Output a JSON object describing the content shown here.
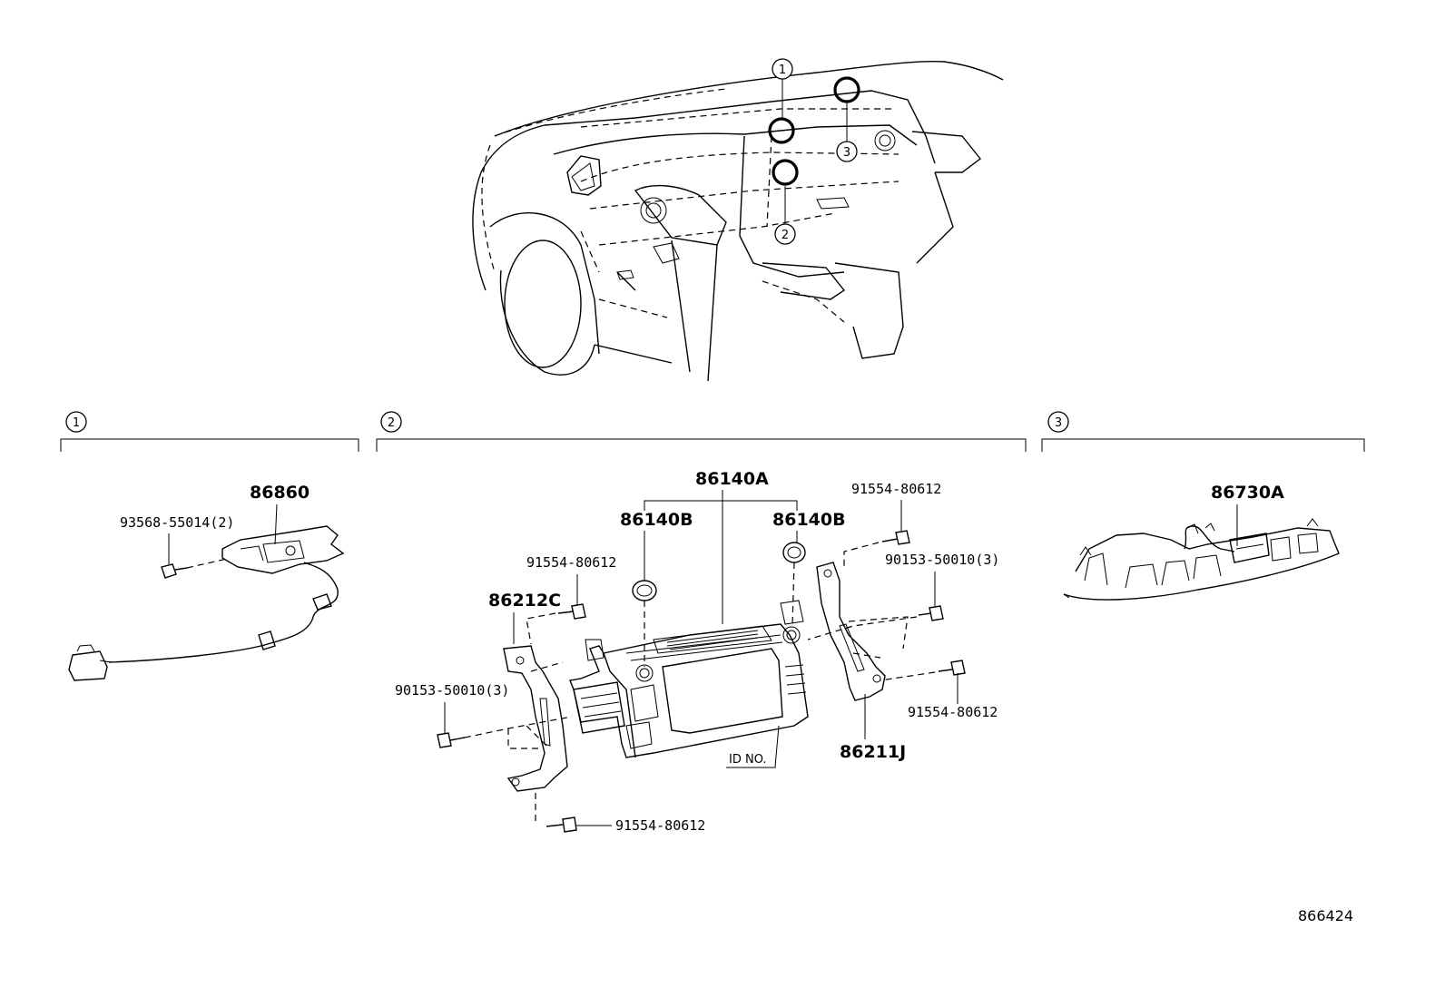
{
  "overview": {
    "callouts": [
      "1",
      "2",
      "3"
    ]
  },
  "sections": [
    {
      "marker": "1"
    },
    {
      "marker": "2"
    },
    {
      "marker": "3"
    }
  ],
  "section1": {
    "main_part": "86860",
    "screw": "93568-55014(2)"
  },
  "section2": {
    "assembly": "86140A",
    "knob_left": "86140B",
    "knob_right": "86140B",
    "bracket_left": "86212C",
    "bracket_right": "86211J",
    "screw_top_left": "91554-80612",
    "screw_top_right": "91554-80612",
    "screw_mid_left": "90153-50010(3)",
    "screw_mid_right": "90153-50010(3)",
    "screw_low_right": "91554-80612",
    "screw_bottom": "91554-80612",
    "id_label": "ID NO."
  },
  "section3": {
    "main_part": "86730A"
  },
  "figure_number": "866424"
}
